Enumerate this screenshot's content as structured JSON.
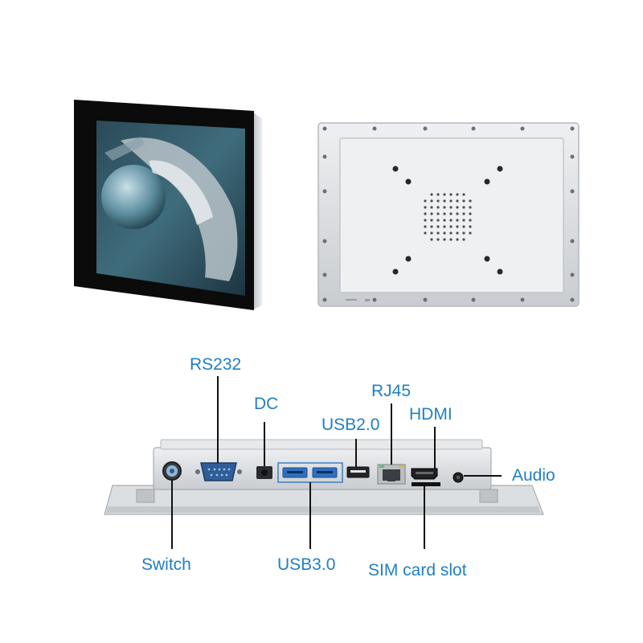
{
  "labels": {
    "rs232": "RS232",
    "dc": "DC",
    "rj45": "RJ45",
    "usb20": "USB2.0",
    "hdmi": "HDMI",
    "audio": "Audio",
    "switch": "Switch",
    "usb30": "USB3.0",
    "sim": "SIM card slot"
  },
  "colors": {
    "callout": "#1f7fc4",
    "leader": "#111111",
    "chassis": "#d6d8da",
    "bezel": "#0a0a0a"
  },
  "icons": [
    "tablet-front-screen",
    "tablet-back-panel",
    "io-panel",
    "power-switch-icon",
    "db9-connector",
    "usb-port",
    "rj45-port",
    "hdmi-port",
    "audio-jack",
    "sim-slot"
  ]
}
